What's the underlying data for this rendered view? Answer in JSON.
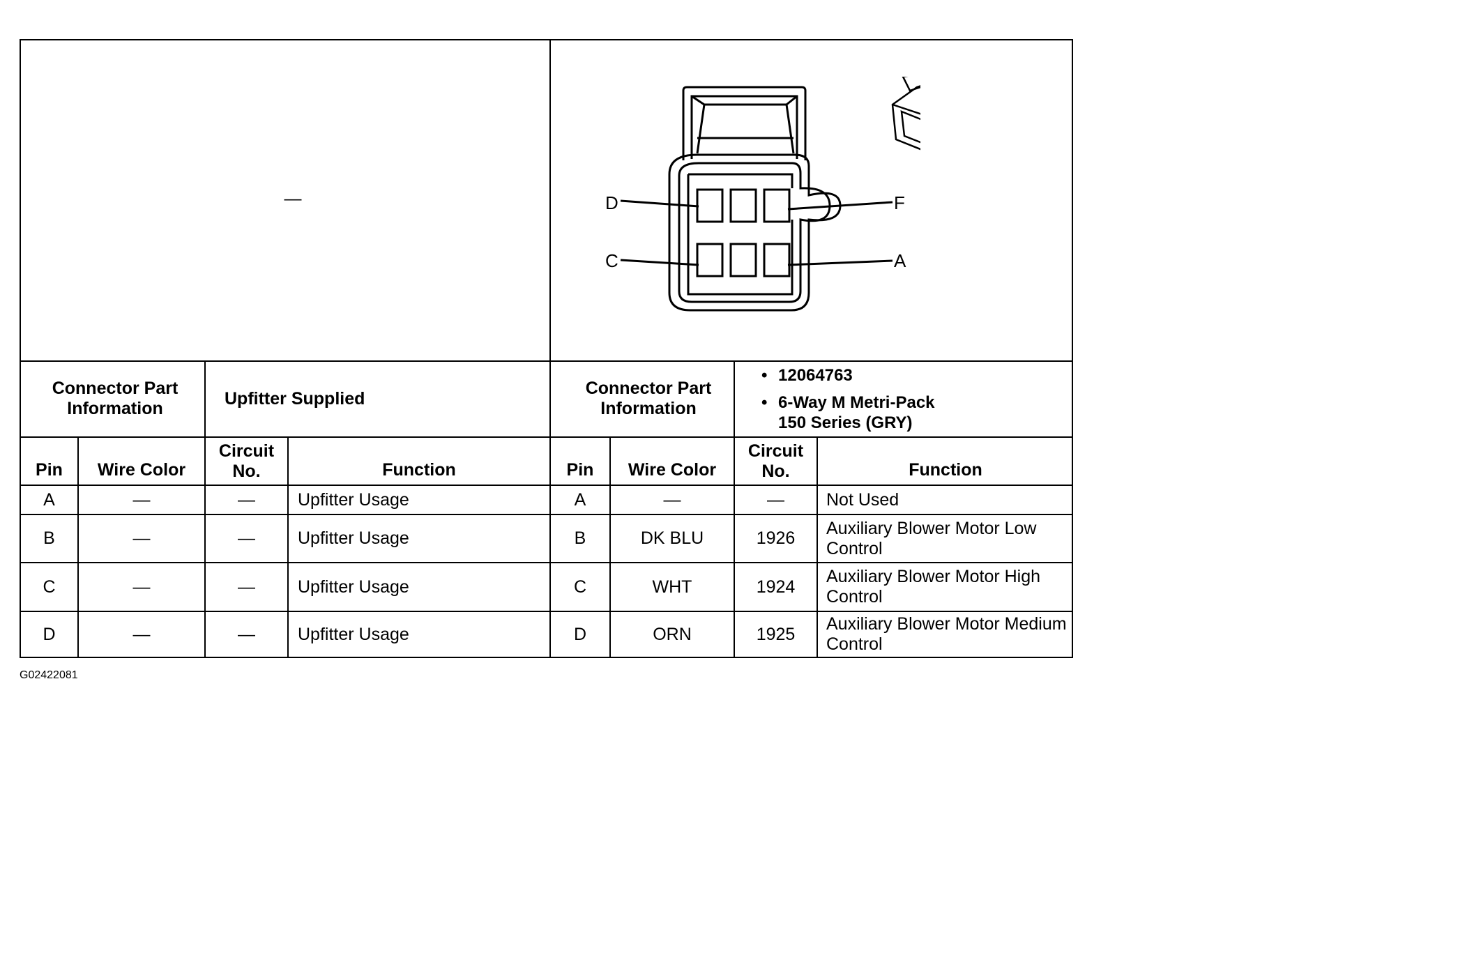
{
  "left_connector": {
    "image_placeholder": "—",
    "info_label": "Connector Part Information",
    "info_value": "Upfitter Supplied"
  },
  "right_connector": {
    "info_label": "Connector Part Information",
    "info_values": [
      "12064763",
      "6-Way M Metri-Pack 150 Series (GRY)"
    ],
    "pin_labels": [
      "D",
      "F",
      "C",
      "A"
    ]
  },
  "columns": {
    "pin": "Pin",
    "wire_color": "Wire Color",
    "circuit_no_1": "Circuit",
    "circuit_no_2": "No.",
    "function": "Function"
  },
  "left_rows": [
    {
      "pin": "A",
      "wire": "—",
      "circuit": "—",
      "function": "Upfitter Usage"
    },
    {
      "pin": "B",
      "wire": "—",
      "circuit": "—",
      "function": "Upfitter Usage"
    },
    {
      "pin": "C",
      "wire": "—",
      "circuit": "—",
      "function": "Upfitter Usage"
    },
    {
      "pin": "D",
      "wire": "—",
      "circuit": "—",
      "function": "Upfitter Usage"
    }
  ],
  "right_rows": [
    {
      "pin": "A",
      "wire": "—",
      "circuit": "—",
      "function": "Not Used"
    },
    {
      "pin": "B",
      "wire": "DK BLU",
      "circuit": "1926",
      "function": "Auxiliary Blower Motor Low Control"
    },
    {
      "pin": "C",
      "wire": "WHT",
      "circuit": "1924",
      "function": "Auxiliary Blower Motor High Control"
    },
    {
      "pin": "D",
      "wire": "ORN",
      "circuit": "1925",
      "function": "Auxiliary Blower Motor Medium Control"
    }
  ],
  "figure_code": "G02422081"
}
